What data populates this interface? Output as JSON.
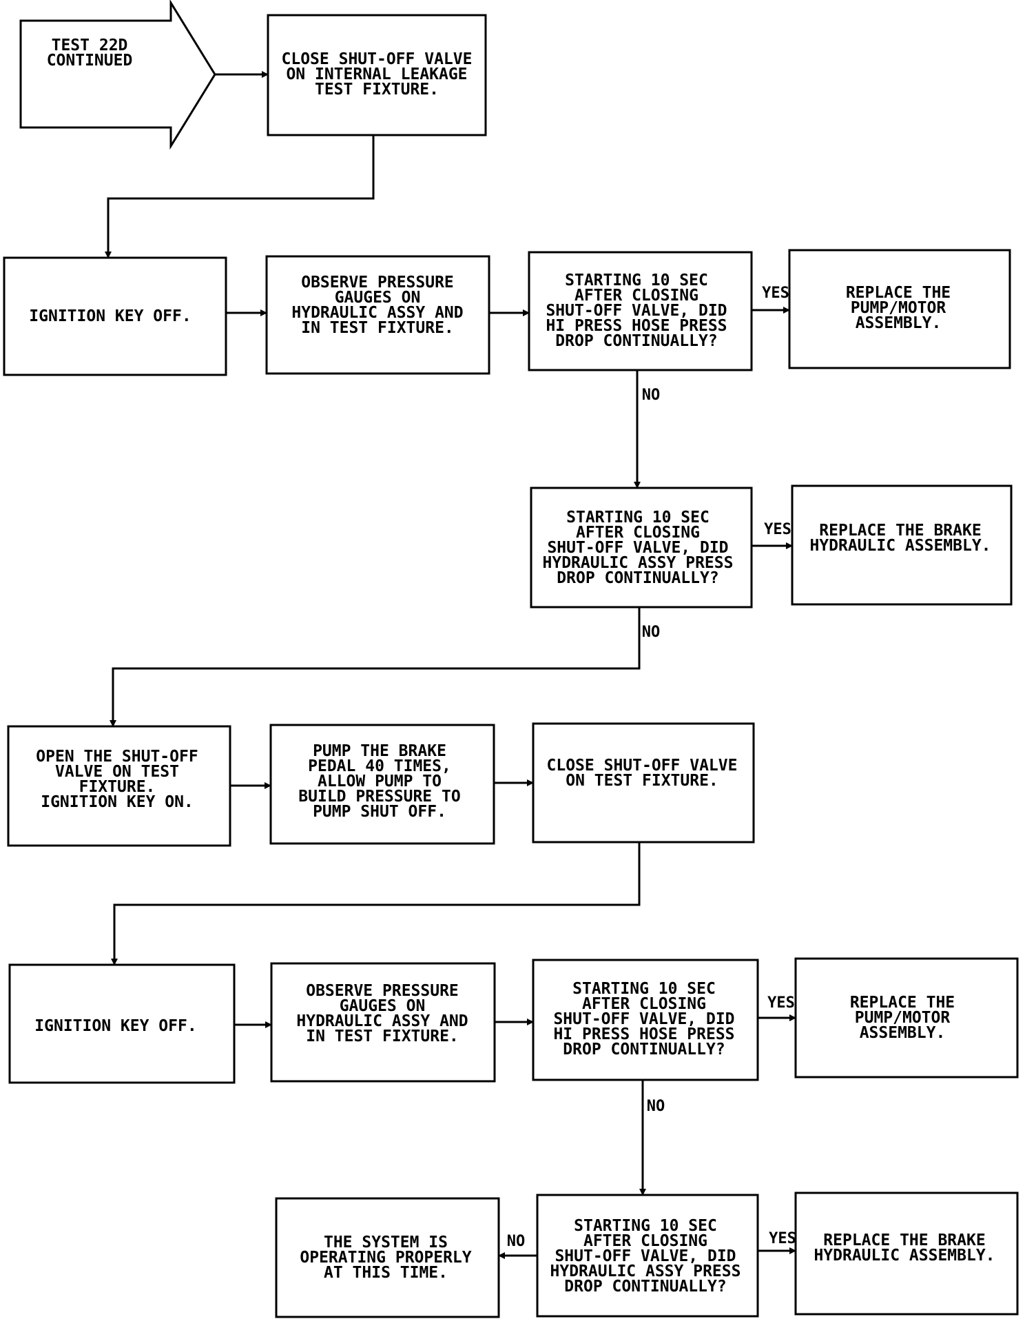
{
  "start_arrow": {
    "lines": [
      "TEST 22D",
      "CONTINUED"
    ]
  },
  "steps": {
    "close_valve_internal": {
      "lines": [
        "CLOSE SHUT-OFF VALVE",
        "ON INTERNAL LEAKAGE",
        "TEST FIXTURE."
      ]
    },
    "ignition_off_1": {
      "lines": [
        "IGNITION KEY OFF."
      ]
    },
    "observe_gauges_1": {
      "lines": [
        "OBSERVE PRESSURE",
        "GAUGES ON",
        "HYDRAULIC ASSY AND",
        "IN TEST FIXTURE."
      ]
    },
    "decision_hi_press_1": {
      "lines": [
        "STARTING 10 SEC",
        "AFTER CLOSING",
        "SHUT-OFF VALVE, DID",
        "HI PRESS HOSE PRESS",
        "DROP CONTINUALLY?"
      ]
    },
    "replace_pump_1": {
      "lines": [
        "REPLACE THE",
        "PUMP/MOTOR",
        "ASSEMBLY."
      ]
    },
    "decision_hyd_assy_1": {
      "lines": [
        "STARTING 10 SEC",
        "AFTER CLOSING",
        "SHUT-OFF VALVE, DID",
        "HYDRAULIC ASSY PRESS",
        "DROP CONTINUALLY?"
      ]
    },
    "replace_brake_1": {
      "lines": [
        "REPLACE THE BRAKE",
        "HYDRAULIC ASSEMBLY."
      ]
    },
    "open_valve": {
      "lines": [
        "OPEN THE SHUT-OFF",
        "VALVE ON TEST",
        "FIXTURE.",
        "IGNITION KEY ON."
      ]
    },
    "pump_pedal": {
      "lines": [
        "PUMP THE BRAKE",
        "PEDAL 40 TIMES,",
        "ALLOW PUMP TO",
        "BUILD PRESSURE TO",
        "PUMP SHUT OFF."
      ]
    },
    "close_valve_test": {
      "lines": [
        "CLOSE SHUT-OFF VALVE",
        "ON TEST FIXTURE."
      ]
    },
    "ignition_off_2": {
      "lines": [
        "IGNITION KEY OFF."
      ]
    },
    "observe_gauges_2": {
      "lines": [
        "OBSERVE PRESSURE",
        "GAUGES ON",
        "HYDRAULIC ASSY AND",
        "IN TEST FIXTURE."
      ]
    },
    "decision_hi_press_2": {
      "lines": [
        "STARTING 10 SEC",
        "AFTER CLOSING",
        "SHUT-OFF VALVE, DID",
        "HI PRESS HOSE PRESS",
        "DROP CONTINUALLY?"
      ]
    },
    "replace_pump_2": {
      "lines": [
        "REPLACE THE",
        "PUMP/MOTOR",
        "ASSEMBLY."
      ]
    },
    "decision_hyd_assy_2": {
      "lines": [
        "STARTING 10 SEC",
        "AFTER CLOSING",
        "SHUT-OFF VALVE, DID",
        "HYDRAULIC ASSY PRESS",
        "DROP CONTINUALLY?"
      ]
    },
    "replace_brake_2": {
      "lines": [
        "REPLACE THE BRAKE",
        "HYDRAULIC ASSEMBLY."
      ]
    },
    "system_ok": {
      "lines": [
        "THE SYSTEM IS",
        "OPERATING PROPERLY",
        "AT THIS TIME."
      ]
    }
  },
  "edge_labels": {
    "yes_1": "YES",
    "no_1": "NO",
    "yes_2": "YES",
    "no_2": "NO",
    "yes_3": "YES",
    "no_3": "NO",
    "yes_4": "YES",
    "no_4": "NO"
  }
}
